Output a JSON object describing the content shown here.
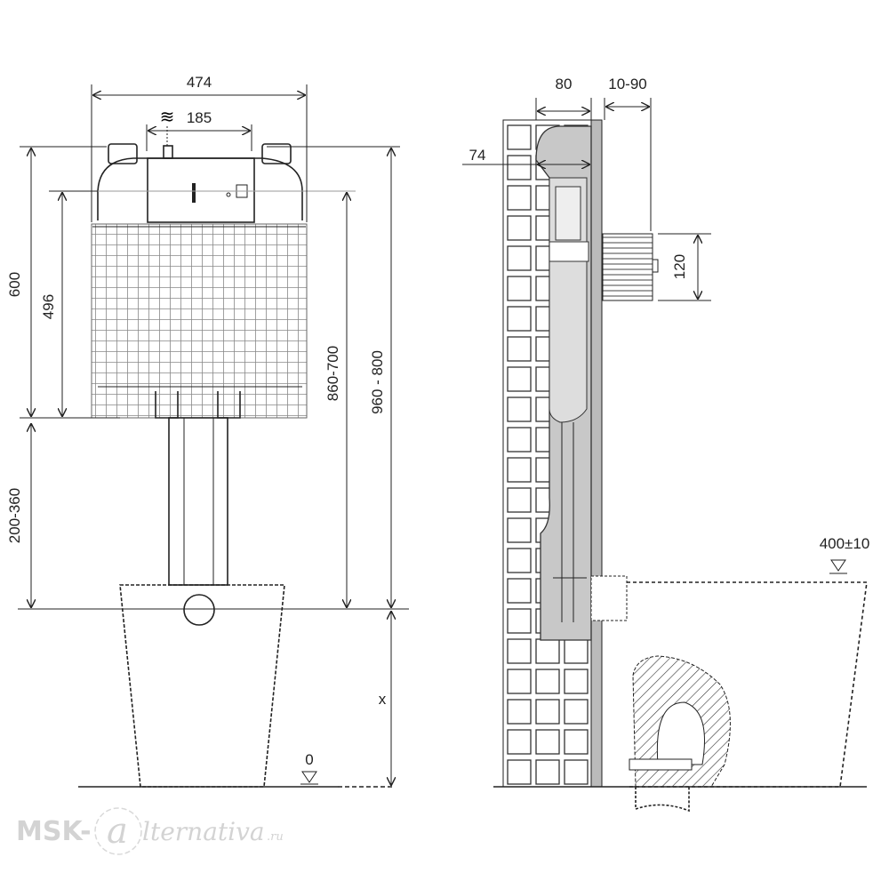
{
  "front_view": {
    "width_total": "474",
    "width_flush": "185",
    "height_frame": "600",
    "height_mesh": "496",
    "height_legs": "200-360",
    "height_button": "860-700",
    "height_top": "960 - 800",
    "height_floor": "x",
    "floor_level": "0"
  },
  "side_view": {
    "depth_frame": "80",
    "wall_finish": "10-90",
    "depth_tank": "74",
    "button_height": "120",
    "bowl_height": "400±10"
  },
  "watermark": {
    "prefix": "MSK-",
    "at": "a",
    "rest": "lternativa",
    "tld": ".ru"
  }
}
